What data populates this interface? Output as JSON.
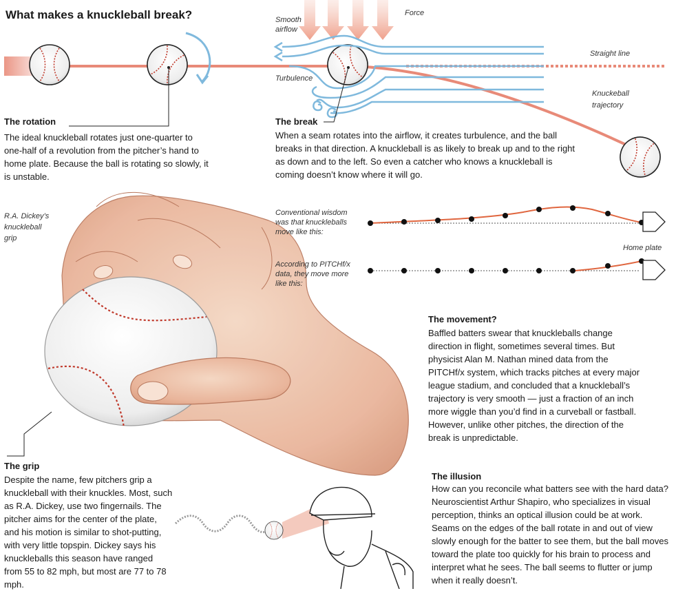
{
  "title": "What makes a knuckleball break?",
  "rotation": {
    "heading": "The rotation",
    "text": "The ideal knuckleball rotates just one-quarter to one-half of a revolution from the pitcher’s hand to home plate. Because the ball is rotating so slowly, it is unstable."
  },
  "break_section": {
    "heading": "The break",
    "text": "When a seam rotates into the airflow, it creates turbulence, and the ball breaks in that direction. A knuckleball is as likely to break up and to the right as down and to the left. So even a catcher who knows a knuckleball is coming doesn’t know where it will go."
  },
  "diagram_labels": {
    "smooth": "Smooth",
    "airflow": "airflow",
    "force": "Force",
    "turbulence": "Turbulence",
    "straight_line": "Straight line",
    "knuckleball": "Knuckeball",
    "trajectory": "trajectory"
  },
  "grip_label": {
    "line1": "R.A. Dickey’s",
    "line2": "knuckleball",
    "line3": "grip"
  },
  "trajectories": {
    "conventional": [
      "Conventional wisdom",
      "was that knuckleballs",
      "move like this:"
    ],
    "pitchfx": [
      "According to PITCHf/x",
      "data, they move more",
      "like this:"
    ],
    "home_plate": "Home plate"
  },
  "movement": {
    "heading": "The movement?",
    "text": "Baffled batters swear that knuckleballs change direction in flight, sometimes several times. But physicist Alan M. Nathan mined data from the PITCHf/x system, which tracks pitches at every major league stadium, and concluded that a knuckleball’s trajectory is very smooth — just a fraction of an inch more wiggle than you’d find in a curveball or fastball. However, unlike other pitches, the direction of the break is unpredictable."
  },
  "grip": {
    "heading": "The grip",
    "text": "Despite the name, few pitchers grip a knuckleball with their knuckles. Most, such as R.A. Dickey, use two fingernails. The pitcher aims for the center of the plate, and his motion is similar to shot-putting, with very little topspin. Dickey says his knuckleballs this season have ranged from 55 to 82 mph, but most are 77 to 78 mph."
  },
  "illusion": {
    "heading": "The illusion",
    "text": "How can you reconcile what batters see with the hard data? Neuroscientist Arthur Shapiro, who specializes in visual perception, thinks an optical illusion could be at work. Seams on the edges of the ball rotate in and out of view slowly enough for the batter to see them, but the ball moves toward the plate too quickly for his brain to process and interpret what he sees. The ball seems to flutter or jump when it really doesn’t."
  },
  "colors": {
    "trajectory": "#e88a78",
    "airflow": "#7fb9dd",
    "force": "#f0b3a3",
    "seam": "#c0392b"
  }
}
